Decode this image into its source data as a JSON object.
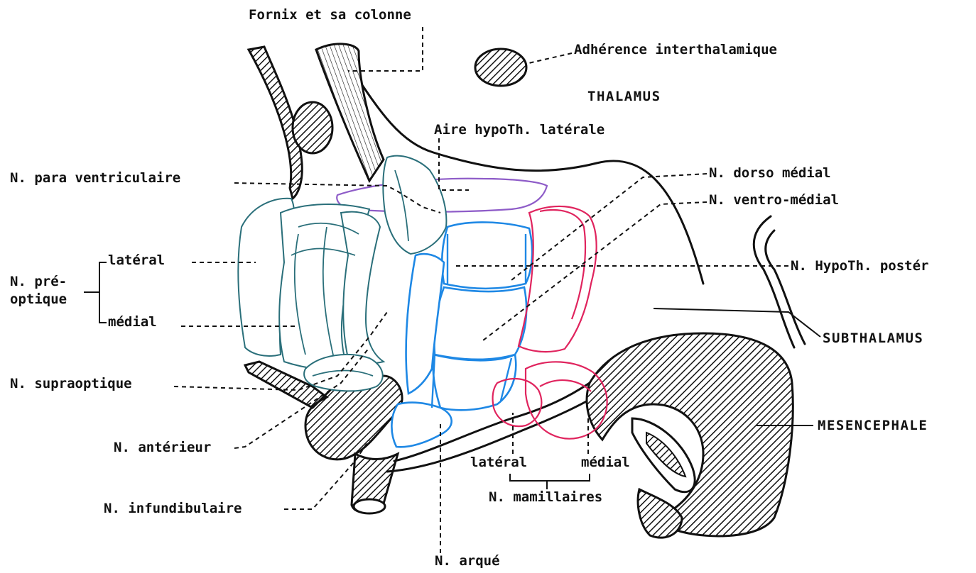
{
  "colors": {
    "ink": "#111111",
    "teal_nuclei": "#2a6f7a",
    "blue_nuclei": "#1e88e5",
    "pink_nuclei": "#e0245e",
    "purple_area": "#8e5cc8"
  },
  "labels": {
    "fornix": "Fornix et sa colonne",
    "adherence": "Adhérence interthalamique",
    "thalamus": "THALAMUS",
    "aire_laterale": "Aire hypoTh. latérale",
    "paraventriculaire": "N. para ventriculaire",
    "dorso_medial": "N. dorso médial",
    "ventro_medial": "N. ventro-médial",
    "preoptique_line1": "N. pré-",
    "preoptique_line2": "optique",
    "preoptique_lateral": "latéral",
    "preoptique_medial": "médial",
    "hypoth_poster": "N. HypoTh. postér",
    "subthalamus": "SUBTHALAMUS",
    "supraoptique": "N. supraoptique",
    "mesencephale": "MESENCEPHALE",
    "anterieur": "N. antérieur",
    "mamillaire_lateral": "latéral",
    "mamillaire_medial": "médial",
    "mamillaires": "N. mamillaires",
    "infundibulaire": "N. infundibulaire",
    "arque": "N. arqué"
  }
}
